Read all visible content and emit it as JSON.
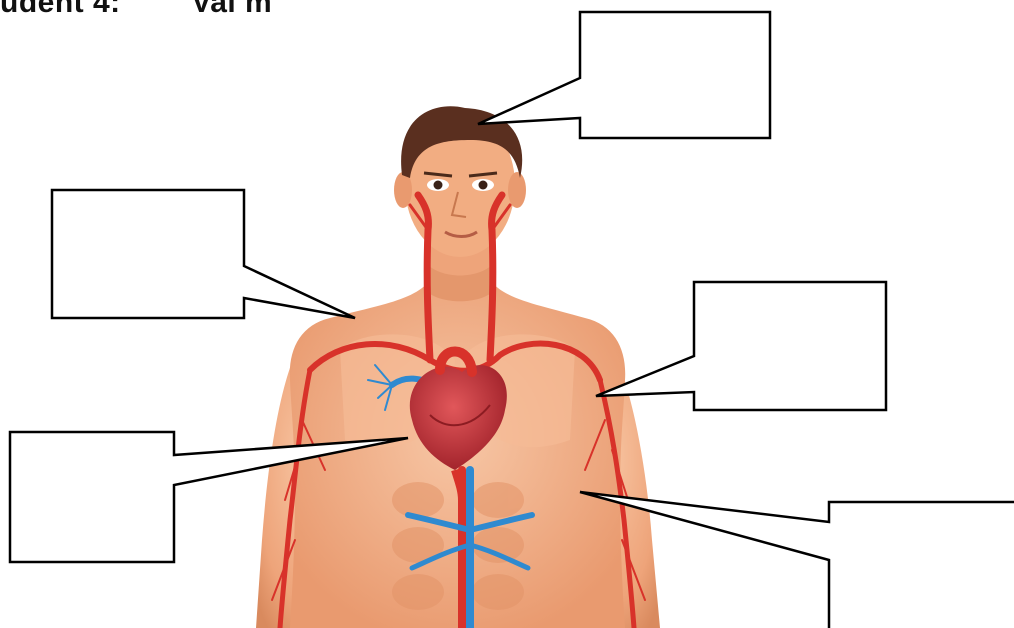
{
  "page": {
    "header_text": "udent 4:        Vai m"
  },
  "label_boxes": [
    {
      "name": "label-box-head",
      "text": ""
    },
    {
      "name": "label-box-neck-artery",
      "text": ""
    },
    {
      "name": "label-box-arm-artery",
      "text": ""
    },
    {
      "name": "label-box-heart",
      "text": ""
    },
    {
      "name": "label-box-forearm-vessel",
      "text": ""
    }
  ],
  "colors": {
    "skin": "#f1a97e",
    "skin_shadow": "#d98a5e",
    "hair": "#5a2f1f",
    "artery": "#d8322a",
    "vein": "#2f8ad0",
    "heart": "#c4343a",
    "outline": "#000000"
  }
}
